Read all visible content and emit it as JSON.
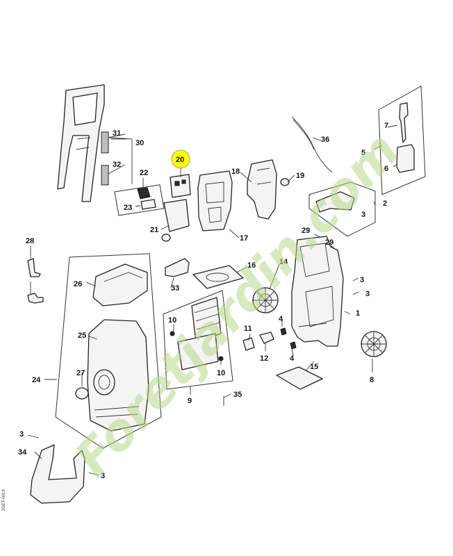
{
  "diagram": {
    "highlight_color": "#ffff00",
    "highlighted_part": "20",
    "watermark_text": "Foretjardin.com",
    "side_code": "2GET-0013",
    "labels": {
      "l1": "1",
      "l2": "2",
      "l3a": "3",
      "l3b": "3",
      "l3c": "3",
      "l3d": "3",
      "l3e": "3",
      "l4a": "4",
      "l4b": "4",
      "l5": "5",
      "l6": "6",
      "l7": "7",
      "l8": "8",
      "l9": "9",
      "l10a": "10",
      "l10b": "10",
      "l11": "11",
      "l12": "12",
      "l14": "14",
      "l15": "15",
      "l16": "16",
      "l17": "17",
      "l18": "18",
      "l19": "19",
      "l20": "20",
      "l21": "21",
      "l22": "22",
      "l23": "23",
      "l24": "24",
      "l25": "25",
      "l26": "26",
      "l27": "27",
      "l28": "28",
      "l29a": "29",
      "l29b": "29",
      "l30": "30",
      "l31": "31",
      "l32": "32",
      "l33": "33",
      "l34": "34",
      "l35": "35",
      "l36": "36"
    }
  }
}
